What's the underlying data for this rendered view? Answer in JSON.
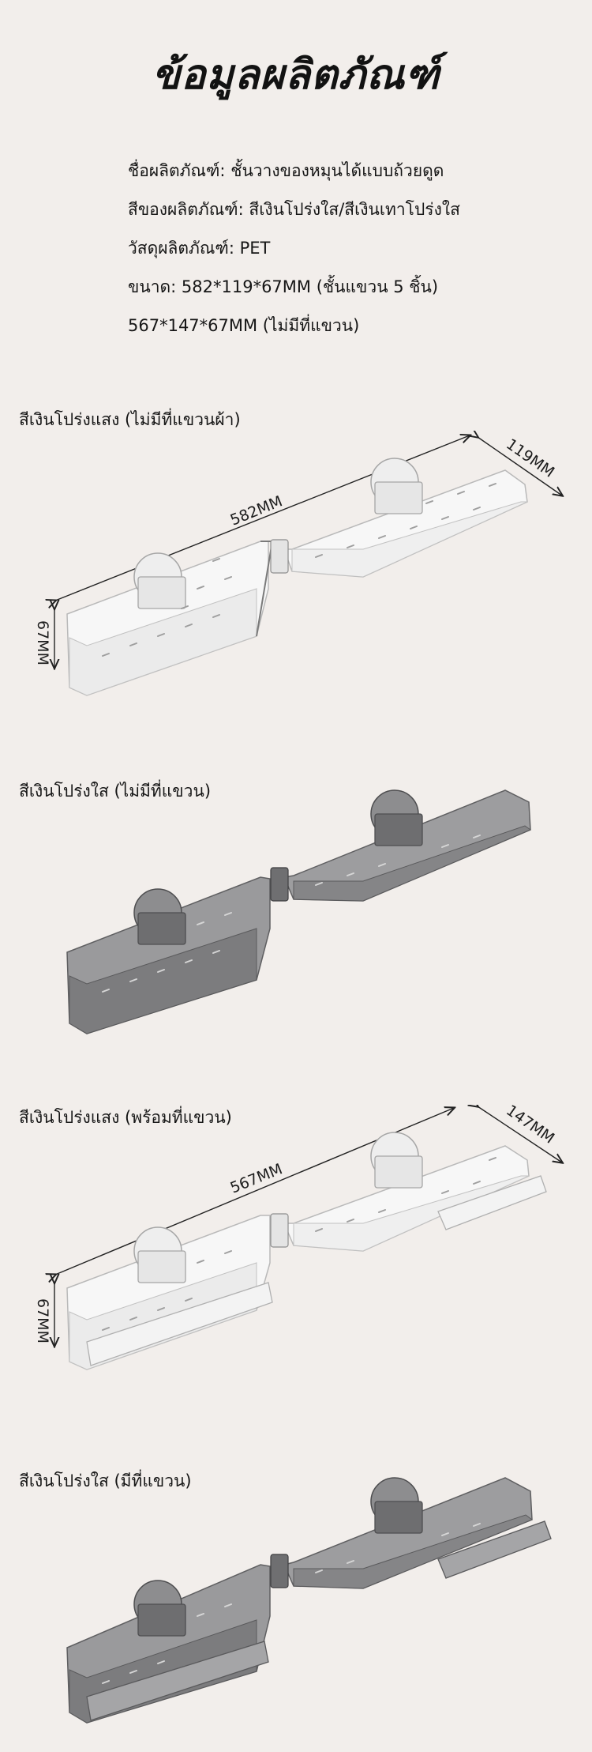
{
  "page": {
    "title": "ข้อมูลผลิตภัณฑ์",
    "background_color": "#f2eeeb"
  },
  "specs": [
    {
      "label": "ชื่อผลิตภัณฑ์:",
      "value": "ชั้นวางของหมุนได้แบบถ้วยดูด"
    },
    {
      "label": "สีของผลิตภัณฑ์:",
      "value": "สีเงินโปร่งใส/สีเงินเทาโปร่งใส"
    },
    {
      "label": "วัสดุผลิตภัณฑ์:",
      "value": "PET"
    },
    {
      "label": "ขนาด:",
      "value": "582*119*67MM (ชั้นแขวน 5 ชิ้น)"
    },
    {
      "label": "",
      "value": "567*147*67MM (ไม่มีที่แขวน)"
    }
  ],
  "variants": [
    {
      "label": "สีเงินโปร่งแสง (ไม่มีที่แขวนผ้า)",
      "color": "clear",
      "dimensions": {
        "length": "582MM",
        "width": "119MM",
        "height": "67MM"
      },
      "has_hanger": false
    },
    {
      "label": "สีเงินโปร่งใส (ไม่มีที่แขวน)",
      "color": "smoke-gray",
      "dimensions": null,
      "has_hanger": false
    },
    {
      "label": "สีเงินโปร่งแสง (พร้อมที่แขวน)",
      "color": "clear",
      "dimensions": {
        "length": "567MM",
        "width": "147MM",
        "height": "67MM"
      },
      "has_hanger": true
    },
    {
      "label": "สีเงินโปร่งใส (มีที่แขวน)",
      "color": "smoke-gray",
      "dimensions": null,
      "has_hanger": true
    }
  ],
  "colors": {
    "clear_fill": "#f7f7f7",
    "clear_edge": "#b9b9b9",
    "gray_fill": "#8a8a8c",
    "gray_edge": "#5a5a5c",
    "text": "#161616"
  }
}
